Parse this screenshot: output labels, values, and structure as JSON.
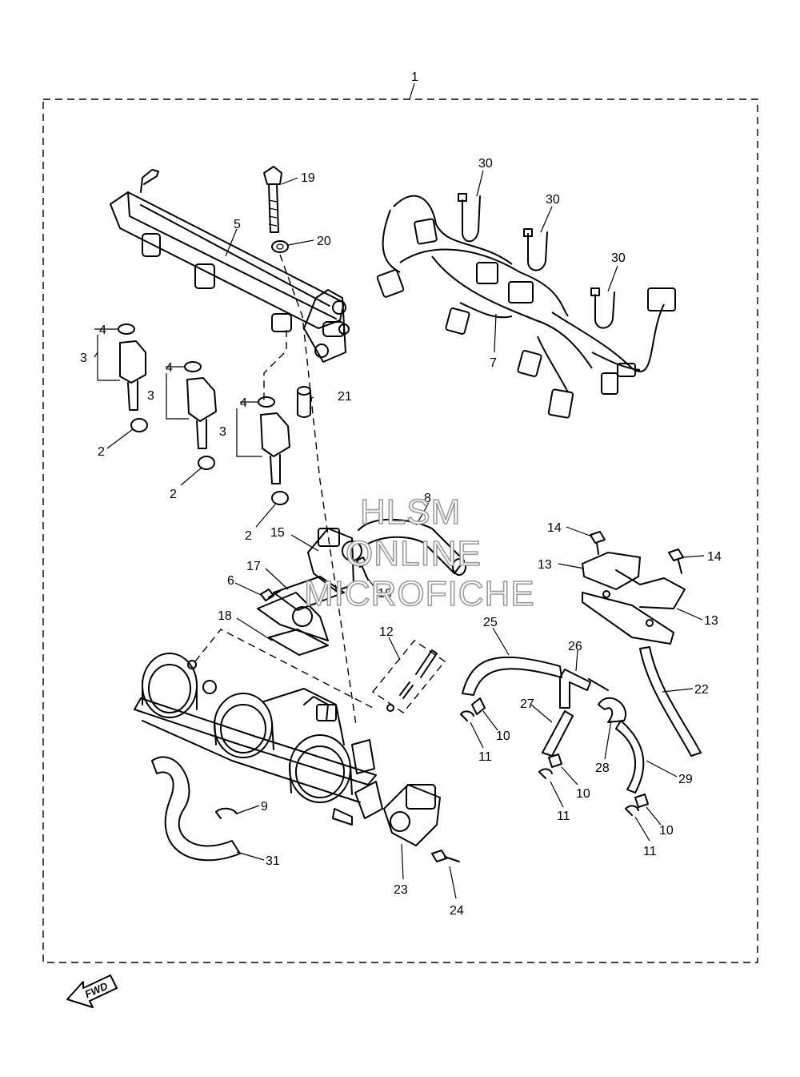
{
  "callouts": [
    "1",
    "2",
    "2",
    "2",
    "3",
    "3",
    "3",
    "4",
    "4",
    "4",
    "5",
    "6",
    "7",
    "8",
    "9",
    "10",
    "10",
    "10",
    "11",
    "11",
    "11",
    "12",
    "13",
    "13",
    "14",
    "14",
    "15",
    "16",
    "17",
    "18",
    "19",
    "20",
    "21",
    "22",
    "23",
    "24",
    "25",
    "26",
    "27",
    "28",
    "29",
    "30",
    "30",
    "30",
    "31"
  ],
  "watermark": [
    "HLSM",
    "ONLINE",
    "MICROFICHE"
  ],
  "fwd_label": "FWD"
}
